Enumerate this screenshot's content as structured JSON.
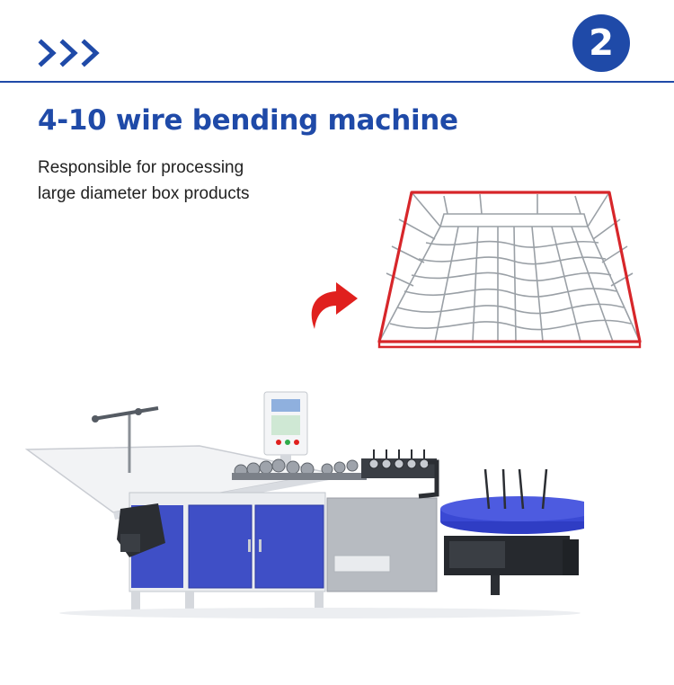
{
  "header": {
    "chevrons_icon": "triple-chevron-right-icon",
    "step_number": "2",
    "accent_color": "#1f4aa8"
  },
  "content": {
    "title": "4-10 wire bending machine",
    "description_lines": [
      "Responsible for processing",
      "large diameter box products"
    ]
  },
  "illustrations": {
    "product": "wire-basket-image",
    "pointer": "curved-arrow-icon",
    "pointer_color": "#e0201e",
    "machine": "wire-bending-machine-image",
    "machine_panel_color": "#3f4fc6"
  }
}
